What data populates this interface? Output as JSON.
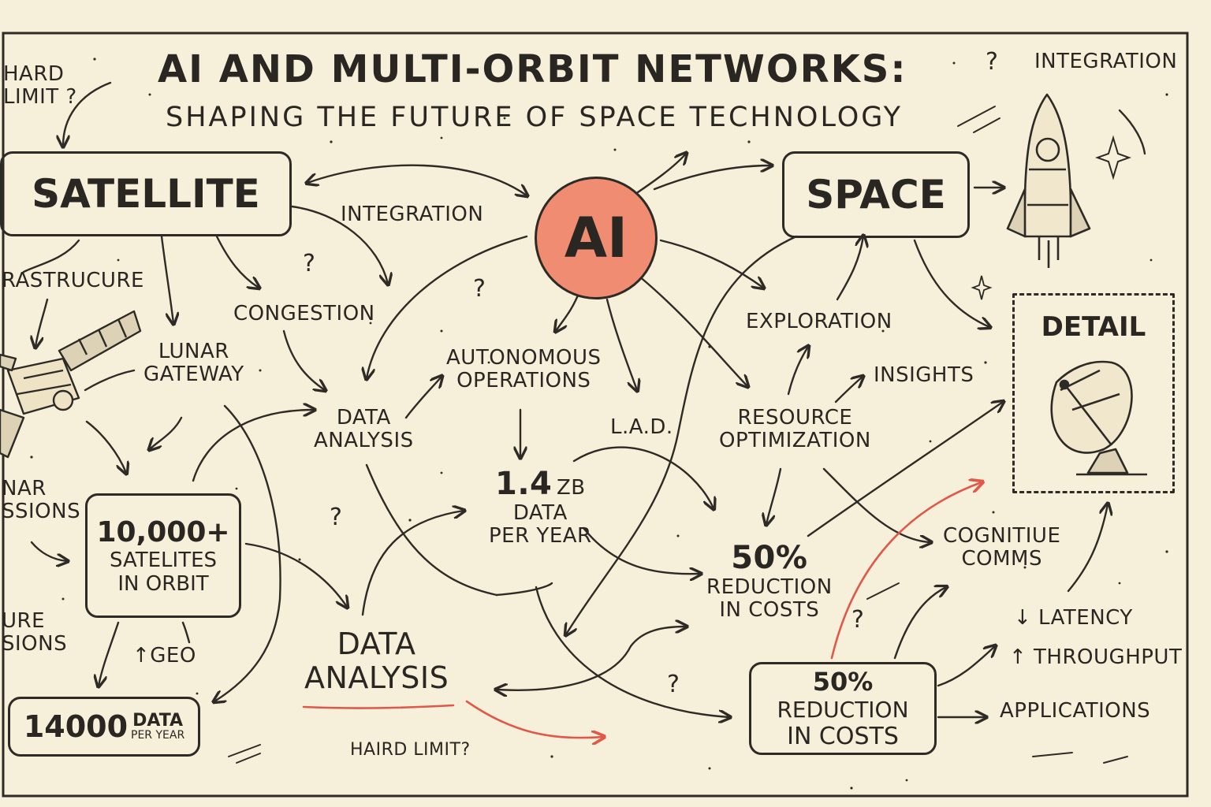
{
  "title": {
    "main": "AI AND MULTI-ORBIT NETWORKS:",
    "subtitle": "SHAPING THE FUTURE OF SPACE TECHNOLOGY"
  },
  "top_left_note": {
    "line1": "HARD",
    "line2": "LIMIT ?"
  },
  "top_right": {
    "integration": "INTEGRATION",
    "question": "?"
  },
  "nodes": {
    "satellite": "SATELLITE",
    "ai": "AI",
    "space": "SPACE",
    "detail": "DETAIL"
  },
  "labels": {
    "integration_mid": "INTEGRATION",
    "infrastructure": "RASTRUCURE",
    "congestion": "CONGESTION",
    "lunar_gateway": [
      "LUNAR",
      "GATEWAY"
    ],
    "data_analysis_small": [
      "DATA",
      "ANALYSIS"
    ],
    "autonomous_ops": [
      "AUTONOMOUS",
      "OPERATIONS"
    ],
    "lad": "L.A.D.",
    "exploration": "EXPLORATION",
    "insights": "INSIGHTS",
    "resource_optimization": [
      "RESOURCE",
      "OPTIMIZATION"
    ],
    "lunar_missions": [
      "NAR",
      "SSIONS"
    ],
    "future_missions": [
      "URE",
      "SIONS"
    ],
    "geo": "↑GEO",
    "cognitive_comms": [
      "COGNITIUE",
      "COMMS"
    ],
    "latency": "↓  LATENCY",
    "throughput": "↑ THROUGHPUT",
    "applications": "APPLICATIONS",
    "hard_limit_bottom": "HAIRD LIMIT?",
    "question_marks": [
      "?",
      "?",
      "?",
      "?",
      "?"
    ]
  },
  "stats": {
    "satellites": {
      "value": "10,000+",
      "line2": "SATELITES",
      "line3": "IN ORBIT"
    },
    "data_per_year": {
      "value": "1.4",
      "unit": "ZB",
      "line2": "DATA",
      "line3": "PER YEAR"
    },
    "reduction_mid": {
      "value": "50%",
      "line2": "REDUCTION",
      "line3": "IN COSTS"
    },
    "data_box": {
      "value": "14000",
      "line1": "DATA",
      "line2": "PER YEAR"
    },
    "reduction_box": {
      "value": "50%",
      "text": "REDUCTION",
      "line2": "IN COSTS"
    }
  },
  "data_analysis_big": [
    "DATA",
    "ANALYSIS"
  ],
  "colors": {
    "background": "#f6efd9",
    "ink": "#2a2622",
    "accent_red": "#e0584a",
    "ai_fill": "#ef8c72"
  },
  "icons": [
    "satellite-icon",
    "rocket-icon",
    "satellite-dish-icon",
    "sparkle-icon"
  ]
}
